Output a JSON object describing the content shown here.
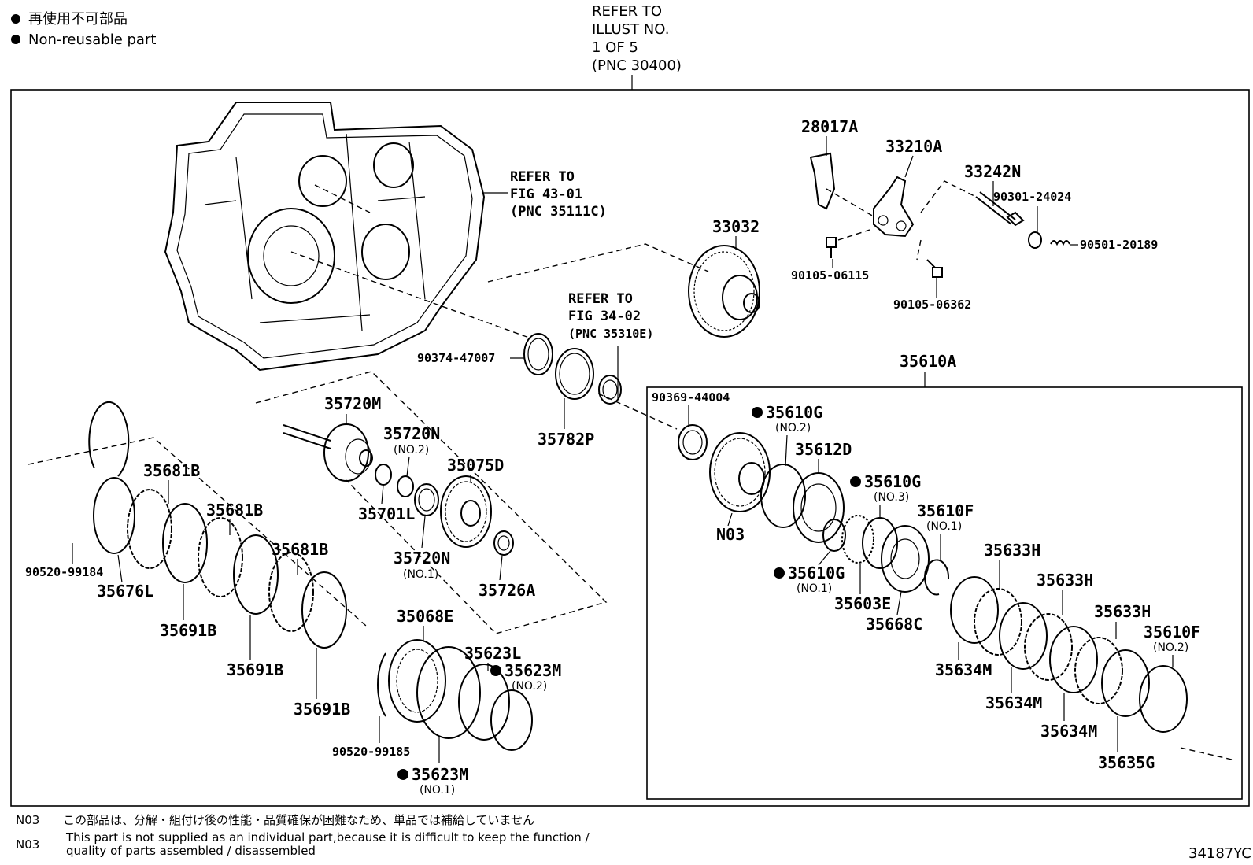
{
  "legend": {
    "jp": "再使用不可部品",
    "en": "Non-reusable part"
  },
  "refs": {
    "illust": [
      "REFER TO",
      "ILLUST NO.",
      "1 OF 5",
      "(PNC 30400)"
    ],
    "fig4301": [
      "REFER TO",
      "FIG 43-01",
      "(PNC 35111C)"
    ],
    "fig3402": [
      "REFER TO",
      "FIG 34-02",
      "(PNC 35310E)"
    ]
  },
  "parts": {
    "p28017A": "28017A",
    "p33210A": "33210A",
    "p33242N": "33242N",
    "p90301_24024": "90301-24024",
    "p90501_20189": "90501-20189",
    "p90105_06115": "90105-06115",
    "p90105_06362": "90105-06362",
    "p33032": "33032",
    "p90374_47007": "90374-47007",
    "p35782P": "35782P",
    "p35610A": "35610A",
    "p90369_44004": "90369-44004",
    "p35610G_2": "35610G",
    "p35610G_2_sub": "(NO.2)",
    "p35612D": "35612D",
    "p35610G_3": "35610G",
    "p35610G_3_sub": "(NO.3)",
    "p35610F_1": "35610F",
    "p35610F_1_sub": "(NO.1)",
    "pN03": "N03",
    "p35610G_1": "35610G",
    "p35610G_1_sub": "(NO.1)",
    "p35603E": "35603E",
    "p35668C": "35668C",
    "p35633H_a": "35633H",
    "p35633H_b": "35633H",
    "p35633H_c": "35633H",
    "p35610F_2": "35610F",
    "p35610F_2_sub": "(NO.2)",
    "p35634M_a": "35634M",
    "p35634M_b": "35634M",
    "p35634M_c": "35634M",
    "p35635G": "35635G",
    "p35720M": "35720M",
    "p35720N_2": "35720N",
    "p35720N_2_sub": "(NO.2)",
    "p35075D": "35075D",
    "p35701L": "35701L",
    "p35720N_1": "35720N",
    "p35720N_1_sub": "(NO.1)",
    "p35726A": "35726A",
    "p35681B_a": "35681B",
    "p35681B_b": "35681B",
    "p35681B_c": "35681B",
    "p90520_99184": "90520-99184",
    "p35676L": "35676L",
    "p35691B_a": "35691B",
    "p35691B_b": "35691B",
    "p35691B_c": "35691B",
    "p35068E": "35068E",
    "p35623L": "35623L",
    "p35623M_2": "35623M",
    "p35623M_2_sub": "(NO.2)",
    "p90520_99185": "90520-99185",
    "p35623M_1": "35623M",
    "p35623M_1_sub": "(NO.1)"
  },
  "notes": {
    "code": "N03",
    "jp": "この部品は、分解・組付け後の性能・品質確保が困難なため、単品では補給していません",
    "en1": "This part is not supplied as an individual part,because it is difficult to keep the function /",
    "en2": "quality of parts assembled / disassembled"
  },
  "diagram_id": "34187YC"
}
